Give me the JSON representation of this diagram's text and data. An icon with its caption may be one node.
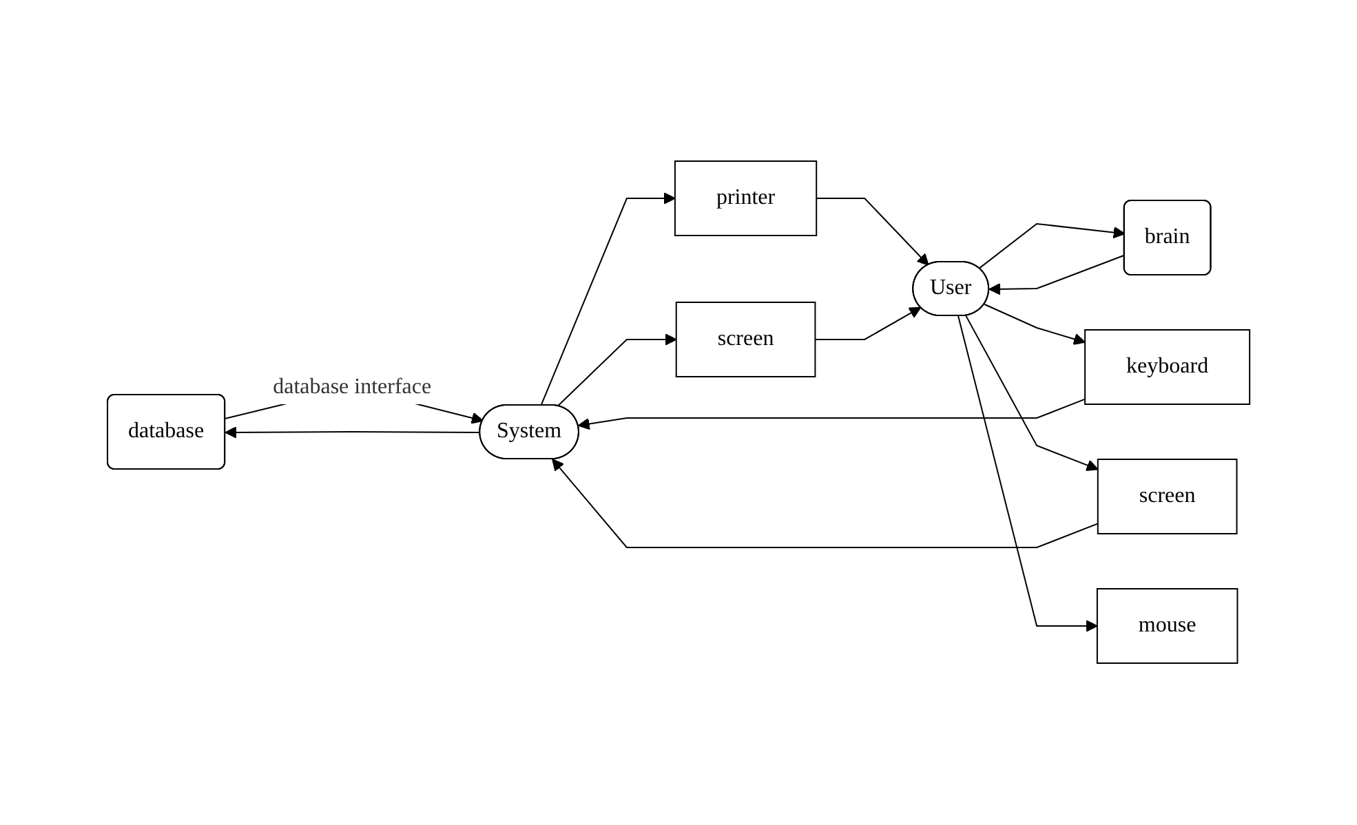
{
  "diagram": {
    "nodes": [
      {
        "text": [
          "database"
        ]
      },
      {
        "text": [
          "System"
        ]
      },
      {
        "text": [
          "printer"
        ]
      },
      {
        "text": [
          "screen"
        ]
      },
      {
        "text": [
          "keyboard"
        ]
      },
      {
        "text": [
          "screen"
        ]
      },
      {
        "text": [
          "mouse"
        ]
      },
      {
        "text": [
          "User"
        ]
      },
      {
        "text": [
          "brain"
        ]
      }
    ],
    "edges": [
      {
        "from": 0,
        "to": 1,
        "arrow": "to",
        "label": "database interface"
      },
      {
        "from": 1,
        "to": 0,
        "arrow": "to"
      },
      {
        "from": 1,
        "to": 2,
        "arrow": "to"
      },
      {
        "from": 1,
        "to": 3,
        "arrow": "to"
      },
      {
        "from": 2,
        "to": 7,
        "arrow": "to"
      },
      {
        "from": 3,
        "to": 7,
        "arrow": "to"
      },
      {
        "from": 7,
        "to": 8,
        "arrow": "to"
      },
      {
        "from": 8,
        "to": 7,
        "arrow": "to"
      },
      {
        "from": 7,
        "to": 4,
        "arrow": "to"
      },
      {
        "from": 7,
        "to": 5,
        "arrow": "to"
      },
      {
        "from": 7,
        "to": 6,
        "arrow": "to"
      },
      {
        "from": 4,
        "to": 1,
        "arrow": "to"
      },
      {
        "from": 5,
        "to": 1,
        "arrow": "to"
      }
    ]
  }
}
